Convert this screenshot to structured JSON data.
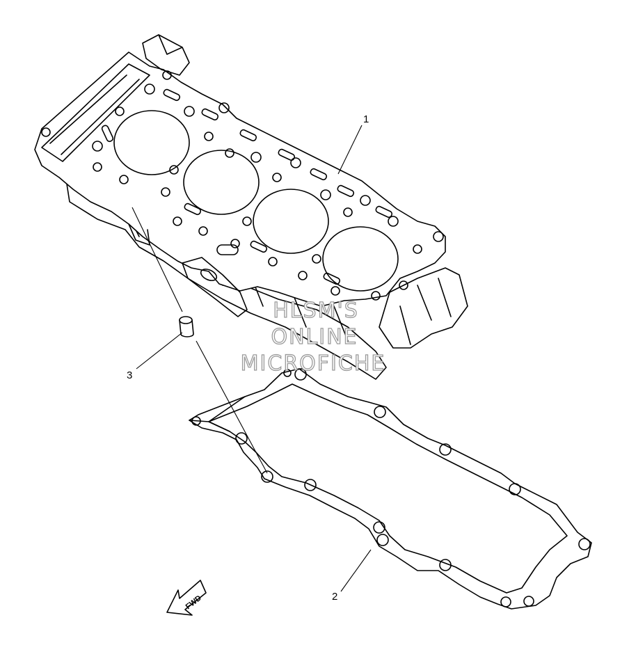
{
  "callouts": [
    {
      "id": "1",
      "label": "1"
    },
    {
      "id": "2",
      "label": "2"
    },
    {
      "id": "3",
      "label": "3"
    }
  ],
  "watermark": {
    "line1": "HLSM'S",
    "line2": "ONLINE",
    "line3": "MICROFICHE"
  },
  "direction_marker": {
    "label": "FWD",
    "icon": "fwd-arrow-icon"
  }
}
